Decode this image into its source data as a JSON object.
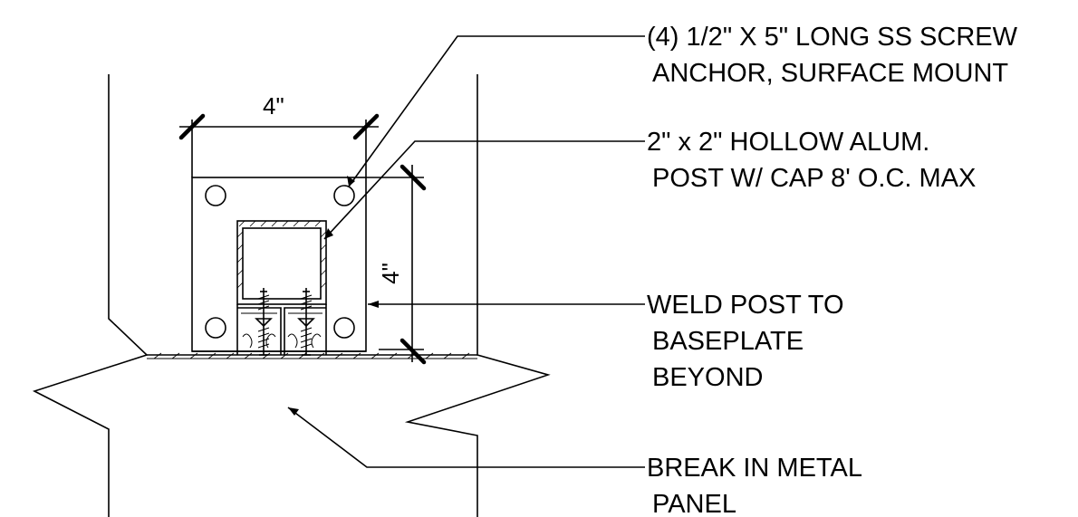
{
  "notes": {
    "screw_line1": "(4) 1/2\" X 5\" LONG SS SCREW",
    "screw_line2": "ANCHOR, SURFACE MOUNT",
    "post_line1": "2\" x 2\" HOLLOW ALUM.",
    "post_line2": "POST W/ CAP 8' O.C. MAX",
    "weld_line1": "WELD POST TO",
    "weld_line2": "BASEPLATE",
    "weld_line3": "BEYOND",
    "break_line1": "BREAK IN METAL",
    "break_line2": "PANEL"
  },
  "dimensions": {
    "horizontal": "4\"",
    "vertical": "4\""
  }
}
